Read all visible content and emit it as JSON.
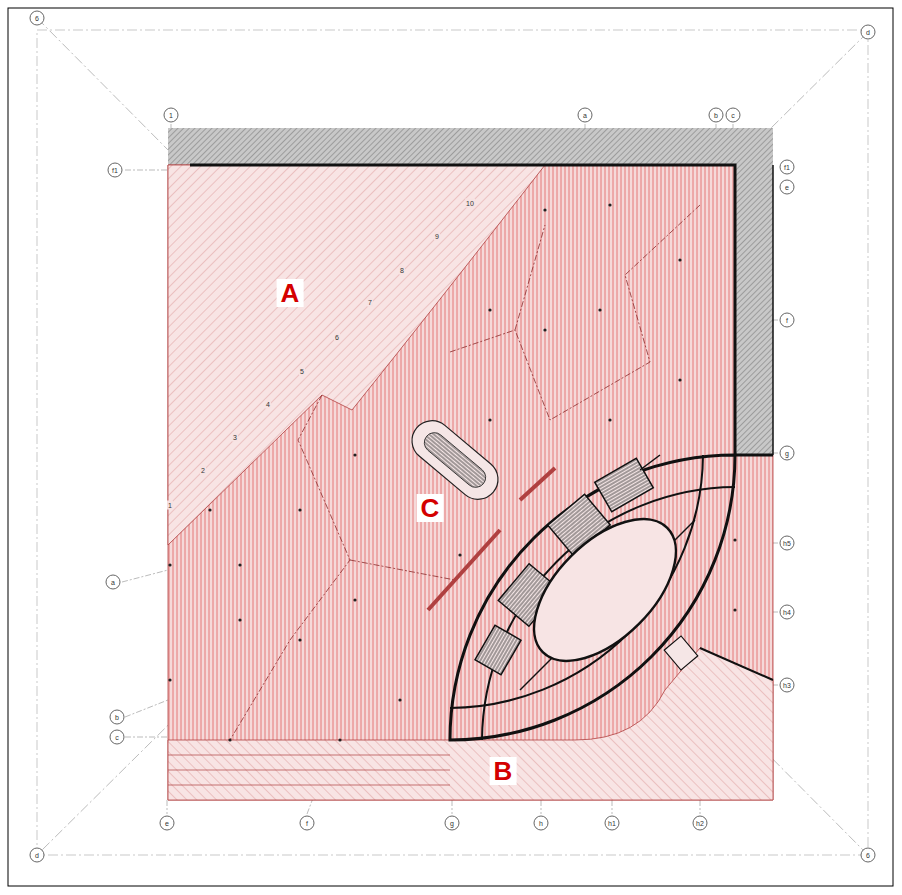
{
  "diagram": {
    "labels": [
      "6",
      "d",
      "1",
      "a",
      "b",
      "c",
      "f1",
      "f1",
      "e",
      "10",
      "9",
      "8",
      "A",
      "f",
      "7",
      "6",
      "5",
      "4",
      "3",
      "2",
      "1",
      "g",
      "C",
      "h5",
      "a",
      "h4",
      "h3",
      "b",
      "c",
      "B",
      "e",
      "f",
      "g",
      "h",
      "h1",
      "h2",
      "d",
      "6"
    ]
  }
}
